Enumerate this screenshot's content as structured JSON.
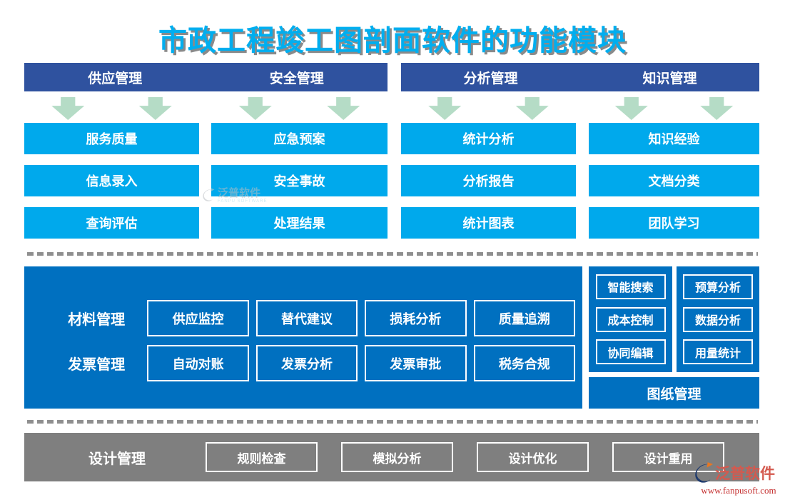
{
  "title": "市政工程竣工图剖面软件的功能模块",
  "columns": [
    {
      "header": "供应管理",
      "items": [
        "服务质量",
        "信息录入",
        "查询评估"
      ]
    },
    {
      "header": "安全管理",
      "items": [
        "应急预案",
        "安全事故",
        "处理结果"
      ]
    },
    {
      "header": "分析管理",
      "items": [
        "统计分析",
        "分析报告",
        "统计图表"
      ]
    },
    {
      "header": "知识管理",
      "items": [
        "知识经验",
        "文档分类",
        "团队学习"
      ]
    }
  ],
  "middle": {
    "rows": [
      {
        "label": "材料管理",
        "buttons": [
          "供应监控",
          "替代建议",
          "损耗分析",
          "质量追溯"
        ]
      },
      {
        "label": "发票管理",
        "buttons": [
          "自动对账",
          "发票分析",
          "发票审批",
          "税务合规"
        ]
      }
    ],
    "side_columns": [
      {
        "buttons": [
          "智能搜索",
          "成本控制",
          "协同编辑"
        ]
      },
      {
        "buttons": [
          "预算分析",
          "数据分析",
          "用量统计"
        ]
      }
    ],
    "drawing_bar_label": "图纸管理"
  },
  "bottom": {
    "label": "设计管理",
    "buttons": [
      "规则检查",
      "模拟分析",
      "设计优化",
      "设计重用"
    ]
  },
  "watermark_center": {
    "brand": "泛普软件",
    "brand_en": "FANPU SOFTWARE"
  },
  "watermark_corner": {
    "brand": "泛普软件",
    "url": "www.fanpusoft.com"
  },
  "colors": {
    "title": "#00AEEF",
    "header_bar": "#2F529F",
    "module_box": "#00A9EC",
    "arrow": "#B5DCC6",
    "panel_blue": "#0070C0",
    "panel_gray": "#7F7F7F",
    "dash": "#8F8F8F",
    "brand_red": "#D4594E",
    "url_red": "#C53030"
  }
}
